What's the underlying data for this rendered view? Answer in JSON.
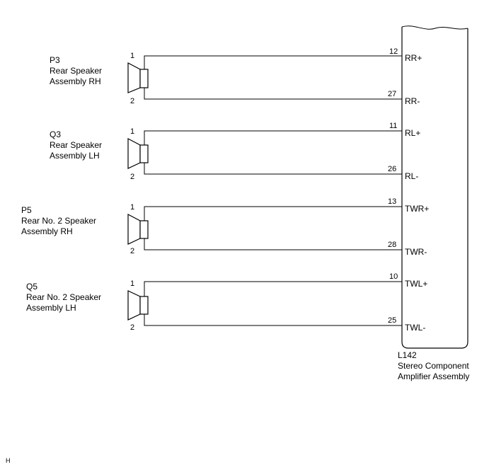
{
  "speakers": [
    {
      "code": "P3",
      "name_line1": "Rear Speaker",
      "name_line2": "Assembly RH",
      "pin_top": "1",
      "pin_bottom": "2",
      "amp_pin_top": "12",
      "amp_label_top": "RR+",
      "amp_pin_bottom": "27",
      "amp_label_bottom": "RR-"
    },
    {
      "code": "Q3",
      "name_line1": "Rear Speaker",
      "name_line2": "Assembly LH",
      "pin_top": "1",
      "pin_bottom": "2",
      "amp_pin_top": "11",
      "amp_label_top": "RL+",
      "amp_pin_bottom": "26",
      "amp_label_bottom": "RL-"
    },
    {
      "code": "P5",
      "name_line1": "Rear No. 2 Speaker",
      "name_line2": "Assembly RH",
      "pin_top": "1",
      "pin_bottom": "2",
      "amp_pin_top": "13",
      "amp_label_top": "TWR+",
      "amp_pin_bottom": "28",
      "amp_label_bottom": "TWR-"
    },
    {
      "code": "Q5",
      "name_line1": "Rear No. 2 Speaker",
      "name_line2": "Assembly LH",
      "pin_top": "1",
      "pin_bottom": "2",
      "amp_pin_top": "10",
      "amp_label_top": "TWL+",
      "amp_pin_bottom": "25",
      "amp_label_bottom": "TWL-"
    }
  ],
  "amplifier": {
    "code": "L142",
    "name_line1": "Stereo Component",
    "name_line2": "Amplifier Assembly"
  },
  "footer_mark": "H"
}
